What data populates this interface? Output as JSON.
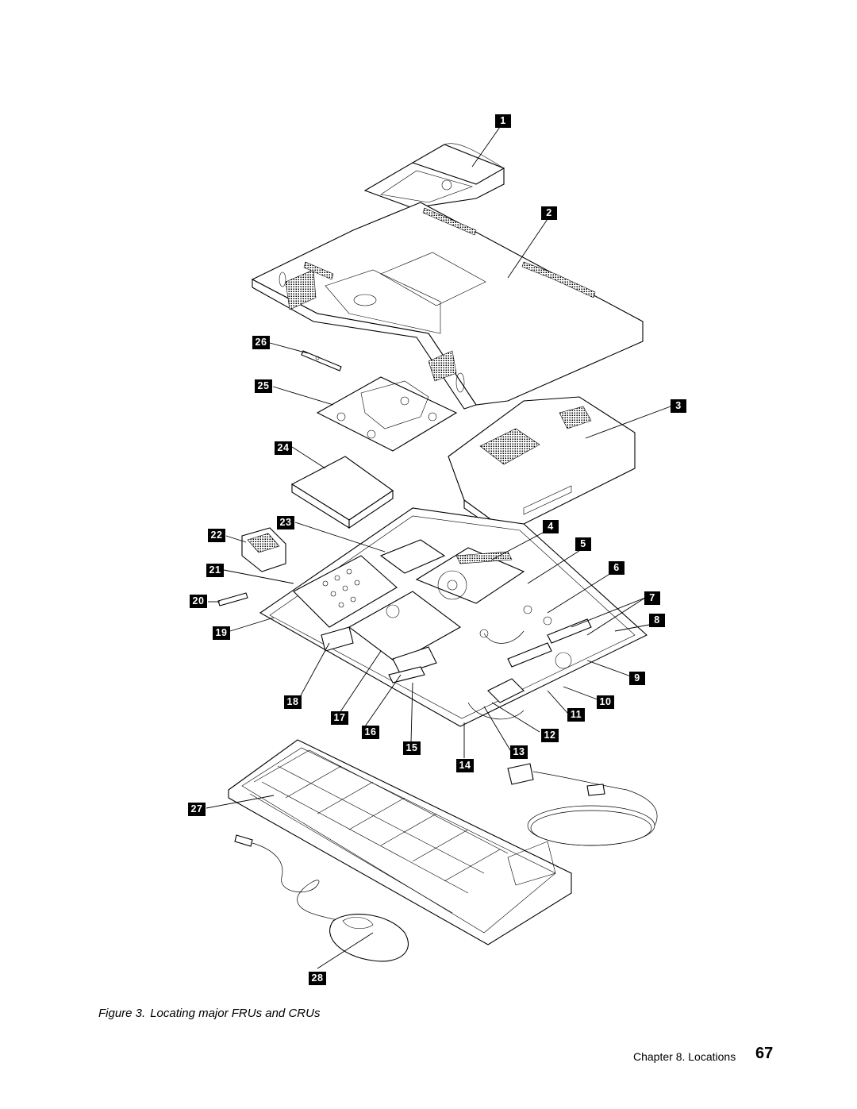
{
  "figure": {
    "caption_prefix": "Figure 3.",
    "caption_text": "Locating major FRUs and CRUs"
  },
  "callouts": [
    "1",
    "2",
    "3",
    "4",
    "5",
    "6",
    "7",
    "8",
    "9",
    "10",
    "11",
    "12",
    "13",
    "14",
    "15",
    "16",
    "17",
    "18",
    "19",
    "20",
    "21",
    "22",
    "23",
    "24",
    "25",
    "26",
    "27",
    "28"
  ],
  "footer": {
    "chapter": "Chapter 8. Locations",
    "page": "67"
  }
}
